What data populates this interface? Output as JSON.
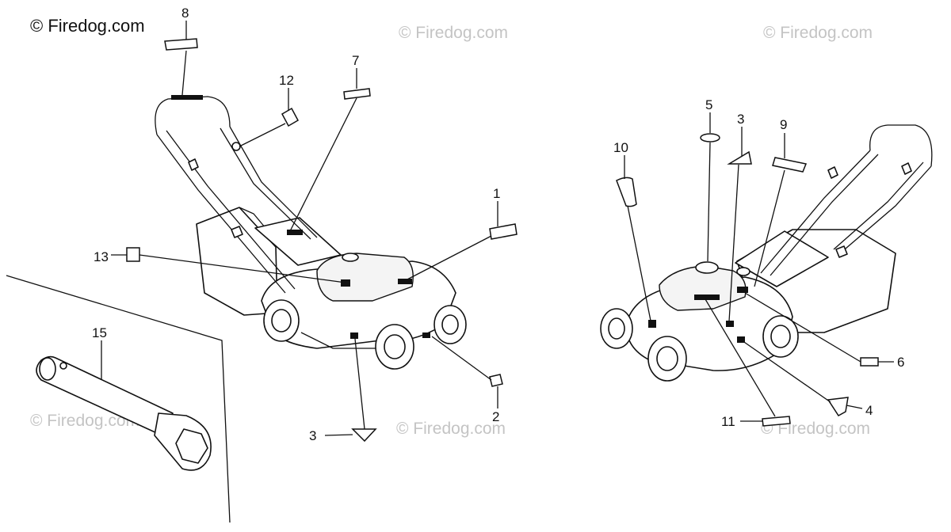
{
  "watermarks": {
    "main": "© Firedog.com",
    "repeat": "© Firedog.com"
  },
  "callouts": {
    "c1": "1",
    "c2": "2",
    "c3a": "3",
    "c3b": "3",
    "c4": "4",
    "c5": "5",
    "c6": "6",
    "c7": "7",
    "c8": "8",
    "c9": "9",
    "c10": "10",
    "c11": "11",
    "c12": "12",
    "c13": "13",
    "c15": "15"
  },
  "colors": {
    "line": "#111111",
    "watermark": "#c4c4c4",
    "background": "#ffffff"
  }
}
